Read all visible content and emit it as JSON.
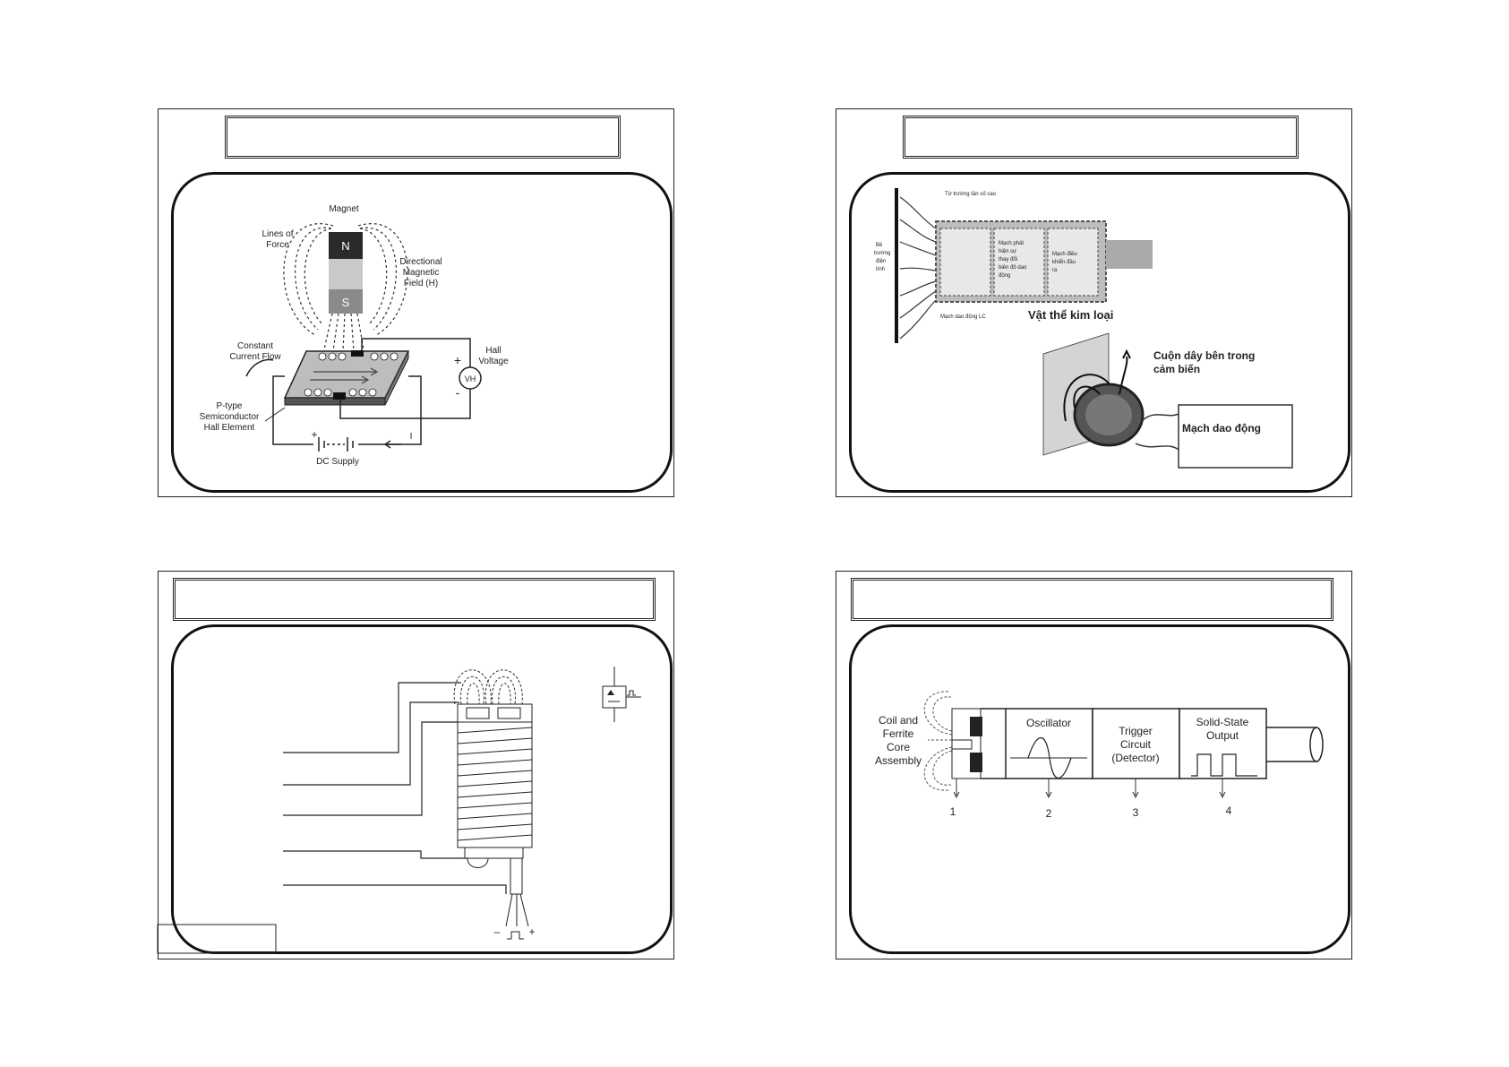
{
  "slides": [
    {
      "labels": {
        "magnet": "Magnet",
        "lines_of_force": [
          "Lines of",
          "Force"
        ],
        "field": [
          "Directional",
          "Magnetic",
          "Field (H)"
        ],
        "north": "N",
        "south": "S",
        "constant_current": [
          "Constant",
          "Current Flow"
        ],
        "hall_voltage": [
          "Hall",
          "Voltage"
        ],
        "vh": "VH",
        "plus": "+",
        "minus": "-",
        "ptype": [
          "P-type",
          "Semiconductor",
          "Hall Element"
        ],
        "current_i": "I",
        "dc_supply": "DC Supply"
      }
    },
    {
      "labels": {
        "field_top": "Từ trường tần số cao",
        "field_side": [
          "Bề",
          "trường",
          "điện",
          "tính"
        ],
        "block_circuit": [
          "Mạch phát",
          "hiện sự",
          "thay đổi",
          "biên độ dao",
          "động"
        ],
        "block_output": [
          "Mạch điều",
          "khiển đầu",
          "ra"
        ],
        "lc_label": "Mạch dao động LC",
        "metal_object": "Vật thể kim loại",
        "coil_inside": [
          "Cuộn dây bên trong",
          "cảm biến"
        ],
        "oscillator": "Mạch dao động"
      }
    },
    {
      "labels": {
        "minus": "–",
        "plus": "+"
      }
    },
    {
      "labels": {
        "coil": [
          "Coil and",
          "Ferrite",
          "Core",
          "Assembly"
        ],
        "oscillator": "Oscillator",
        "trigger": [
          "Trigger",
          "Circuit",
          "(Detector)"
        ],
        "output": [
          "Solid-State",
          "Output"
        ],
        "numbers": [
          "1",
          "2",
          "3",
          "4"
        ]
      }
    }
  ]
}
